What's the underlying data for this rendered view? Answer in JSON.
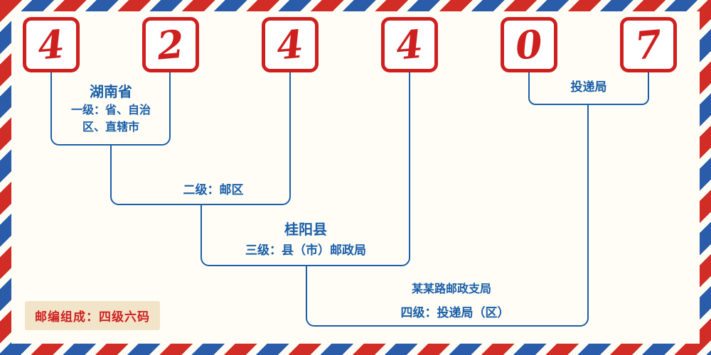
{
  "postal_code": {
    "digits": [
      "4",
      "2",
      "4",
      "4",
      "0",
      "7"
    ],
    "full": "424407"
  },
  "labels": {
    "level1_region": "湖南省",
    "level1_desc": "一级：省、自治区、直辖市",
    "level2_desc": "二级：邮区",
    "level3_region": "桂阳县",
    "level3_desc": "三级：县（市）邮政局",
    "level4_office": "某某路邮政支局",
    "level4_desc": "四级：投递局（区）",
    "delivery_office": "投递局",
    "footer_note": "邮编组成：四级六码"
  },
  "colors": {
    "digit_red": "#cf2020",
    "line_blue": "#1a5fa8",
    "stripe_red": "#d22c26",
    "stripe_blue": "#2a5caa",
    "note_background": "#f2e4c8",
    "page_background": "#fffdf6"
  }
}
